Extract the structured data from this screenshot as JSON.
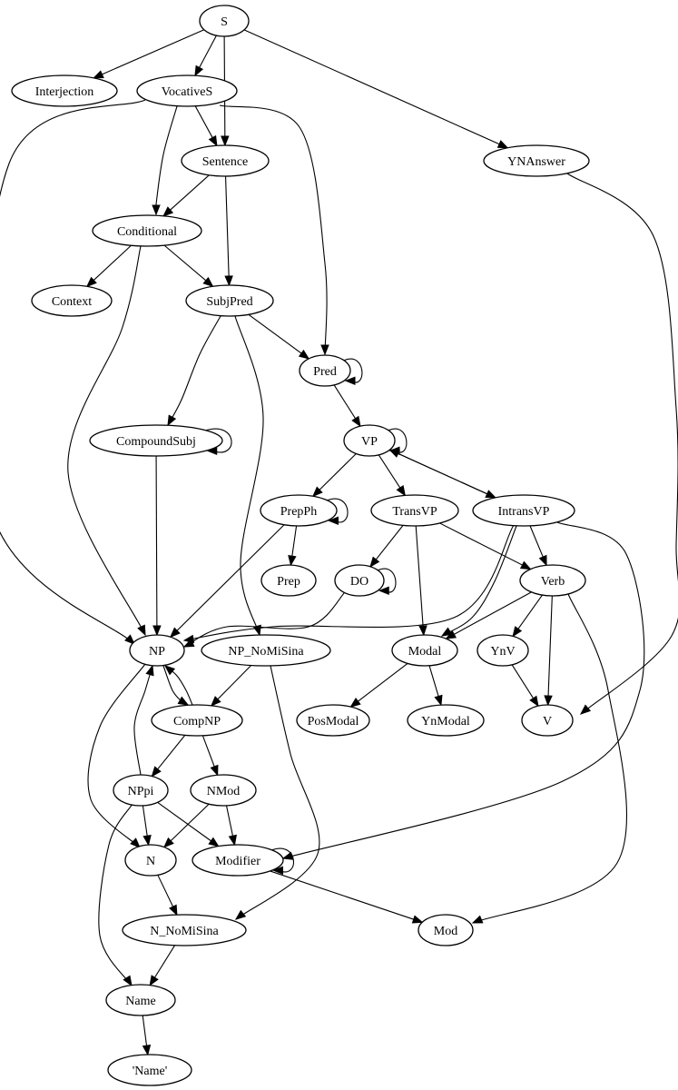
{
  "diagram": {
    "nodes": [
      {
        "id": "S",
        "label": "S"
      },
      {
        "id": "Interjection",
        "label": "Interjection"
      },
      {
        "id": "VocativeS",
        "label": "VocativeS"
      },
      {
        "id": "YNAnswer",
        "label": "YNAnswer"
      },
      {
        "id": "Sentence",
        "label": "Sentence"
      },
      {
        "id": "Conditional",
        "label": "Conditional"
      },
      {
        "id": "Context",
        "label": "Context"
      },
      {
        "id": "SubjPred",
        "label": "SubjPred"
      },
      {
        "id": "Pred",
        "label": "Pred"
      },
      {
        "id": "CompoundSubj",
        "label": "CompoundSubj"
      },
      {
        "id": "VP",
        "label": "VP"
      },
      {
        "id": "PrepPh",
        "label": "PrepPh"
      },
      {
        "id": "TransVP",
        "label": "TransVP"
      },
      {
        "id": "IntransVP",
        "label": "IntransVP"
      },
      {
        "id": "Prep",
        "label": "Prep"
      },
      {
        "id": "DO",
        "label": "DO"
      },
      {
        "id": "Verb",
        "label": "Verb"
      },
      {
        "id": "NP",
        "label": "NP"
      },
      {
        "id": "NP_NoMiSina",
        "label": "NP_NoMiSina"
      },
      {
        "id": "Modal",
        "label": "Modal"
      },
      {
        "id": "YnV",
        "label": "YnV"
      },
      {
        "id": "CompNP",
        "label": "CompNP"
      },
      {
        "id": "PosModal",
        "label": "PosModal"
      },
      {
        "id": "YnModal",
        "label": "YnModal"
      },
      {
        "id": "V",
        "label": "V"
      },
      {
        "id": "NPpi",
        "label": "NPpi"
      },
      {
        "id": "NMod",
        "label": "NMod"
      },
      {
        "id": "N",
        "label": "N"
      },
      {
        "id": "Modifier",
        "label": "Modifier"
      },
      {
        "id": "N_NoMiSina",
        "label": "N_NoMiSina"
      },
      {
        "id": "Mod",
        "label": "Mod"
      },
      {
        "id": "Name",
        "label": "Name"
      },
      {
        "id": "NameLiteral",
        "label": "'Name'"
      }
    ],
    "edges": [
      {
        "from": "S",
        "to": "Interjection"
      },
      {
        "from": "S",
        "to": "VocativeS"
      },
      {
        "from": "S",
        "to": "Sentence"
      },
      {
        "from": "S",
        "to": "YNAnswer"
      },
      {
        "from": "VocativeS",
        "to": "Sentence"
      },
      {
        "from": "VocativeS",
        "to": "Conditional"
      },
      {
        "from": "VocativeS",
        "to": "Pred"
      },
      {
        "from": "VocativeS",
        "to": "NP"
      },
      {
        "from": "Sentence",
        "to": "Conditional"
      },
      {
        "from": "Sentence",
        "to": "SubjPred"
      },
      {
        "from": "Conditional",
        "to": "Context"
      },
      {
        "from": "Conditional",
        "to": "SubjPred"
      },
      {
        "from": "Conditional",
        "to": "NP"
      },
      {
        "from": "SubjPred",
        "to": "Pred"
      },
      {
        "from": "SubjPred",
        "to": "CompoundSubj"
      },
      {
        "from": "SubjPred",
        "to": "NP_NoMiSina"
      },
      {
        "from": "YNAnswer",
        "to": "V"
      },
      {
        "from": "Pred",
        "to": "Pred"
      },
      {
        "from": "Pred",
        "to": "VP"
      },
      {
        "from": "CompoundSubj",
        "to": "CompoundSubj"
      },
      {
        "from": "CompoundSubj",
        "to": "NP"
      },
      {
        "from": "VP",
        "to": "VP"
      },
      {
        "from": "VP",
        "to": "PrepPh"
      },
      {
        "from": "VP",
        "to": "TransVP"
      },
      {
        "from": "VP",
        "to": "IntransVP"
      },
      {
        "from": "IntransVP",
        "to": "VP"
      },
      {
        "from": "PrepPh",
        "to": "PrepPh"
      },
      {
        "from": "PrepPh",
        "to": "Prep"
      },
      {
        "from": "PrepPh",
        "to": "NP"
      },
      {
        "from": "TransVP",
        "to": "DO"
      },
      {
        "from": "TransVP",
        "to": "Modal"
      },
      {
        "from": "TransVP",
        "to": "Verb"
      },
      {
        "from": "IntransVP",
        "to": "Verb"
      },
      {
        "from": "IntransVP",
        "to": "Modal"
      },
      {
        "from": "IntransVP",
        "to": "NP"
      },
      {
        "from": "IntransVP",
        "to": "Modifier"
      },
      {
        "from": "DO",
        "to": "DO"
      },
      {
        "from": "DO",
        "to": "NP"
      },
      {
        "from": "Verb",
        "to": "Modal"
      },
      {
        "from": "Verb",
        "to": "YnV"
      },
      {
        "from": "Verb",
        "to": "V"
      },
      {
        "from": "Verb",
        "to": "Mod"
      },
      {
        "from": "YnV",
        "to": "V"
      },
      {
        "from": "Modal",
        "to": "PosModal"
      },
      {
        "from": "Modal",
        "to": "YnModal"
      },
      {
        "from": "NP",
        "to": "CompNP"
      },
      {
        "from": "CompNP",
        "to": "NP"
      },
      {
        "from": "NP",
        "to": "N"
      },
      {
        "from": "NP_NoMiSina",
        "to": "CompNP"
      },
      {
        "from": "NP_NoMiSina",
        "to": "N_NoMiSina"
      },
      {
        "from": "CompNP",
        "to": "NPpi"
      },
      {
        "from": "CompNP",
        "to": "NMod"
      },
      {
        "from": "NPpi",
        "to": "NP"
      },
      {
        "from": "NPpi",
        "to": "N"
      },
      {
        "from": "NPpi",
        "to": "Modifier"
      },
      {
        "from": "NPpi",
        "to": "Name"
      },
      {
        "from": "NMod",
        "to": "N"
      },
      {
        "from": "NMod",
        "to": "Modifier"
      },
      {
        "from": "Modifier",
        "to": "Modifier"
      },
      {
        "from": "Modifier",
        "to": "Mod"
      },
      {
        "from": "N",
        "to": "N_NoMiSina"
      },
      {
        "from": "N_NoMiSina",
        "to": "Name"
      },
      {
        "from": "Name",
        "to": "NameLiteral"
      }
    ]
  }
}
